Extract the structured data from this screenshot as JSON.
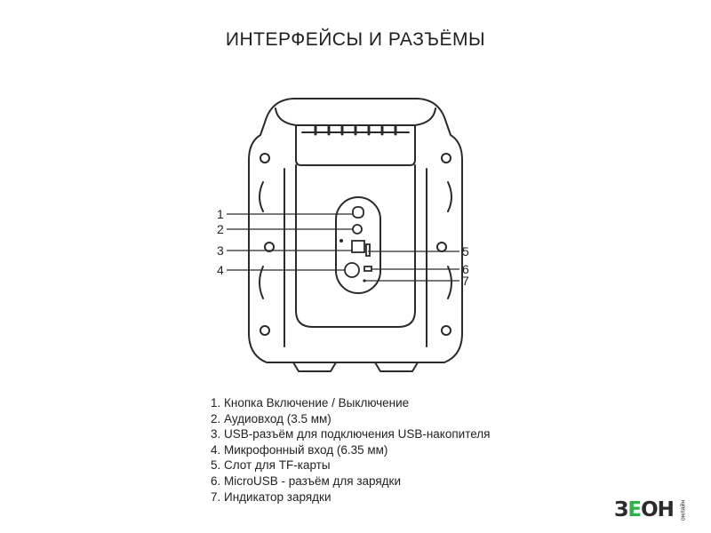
{
  "title": "ИНТЕРФЕЙСЫ И РАЗЪЁМЫ",
  "callouts": [
    "1",
    "2",
    "3",
    "4",
    "5",
    "6",
    "7"
  ],
  "legend": [
    "1. Кнопка Включение / Выключение",
    "2. Аудиовход (3.5 мм)",
    "3. USB-разъём для подключения USB-накопителя",
    "4. Микрофонный вход (6.35 мм)",
    "5. Слот для TF-карты",
    "6. MicroUSB - разъём для зарядки",
    "7. Индикатор зарядки"
  ],
  "brand": {
    "z": "З",
    "e": "Е",
    "rest": "ОН",
    "sub": "онлайн"
  },
  "colors": {
    "line": "#2a2a2a",
    "brand_accent": "#2db34a"
  },
  "icons": [
    "speaker-back-panel",
    "power-button-icon",
    "audio-jack-icon",
    "usb-port-icon",
    "mic-jack-icon",
    "tf-slot-icon",
    "microusb-port-icon",
    "led-indicator-icon"
  ]
}
